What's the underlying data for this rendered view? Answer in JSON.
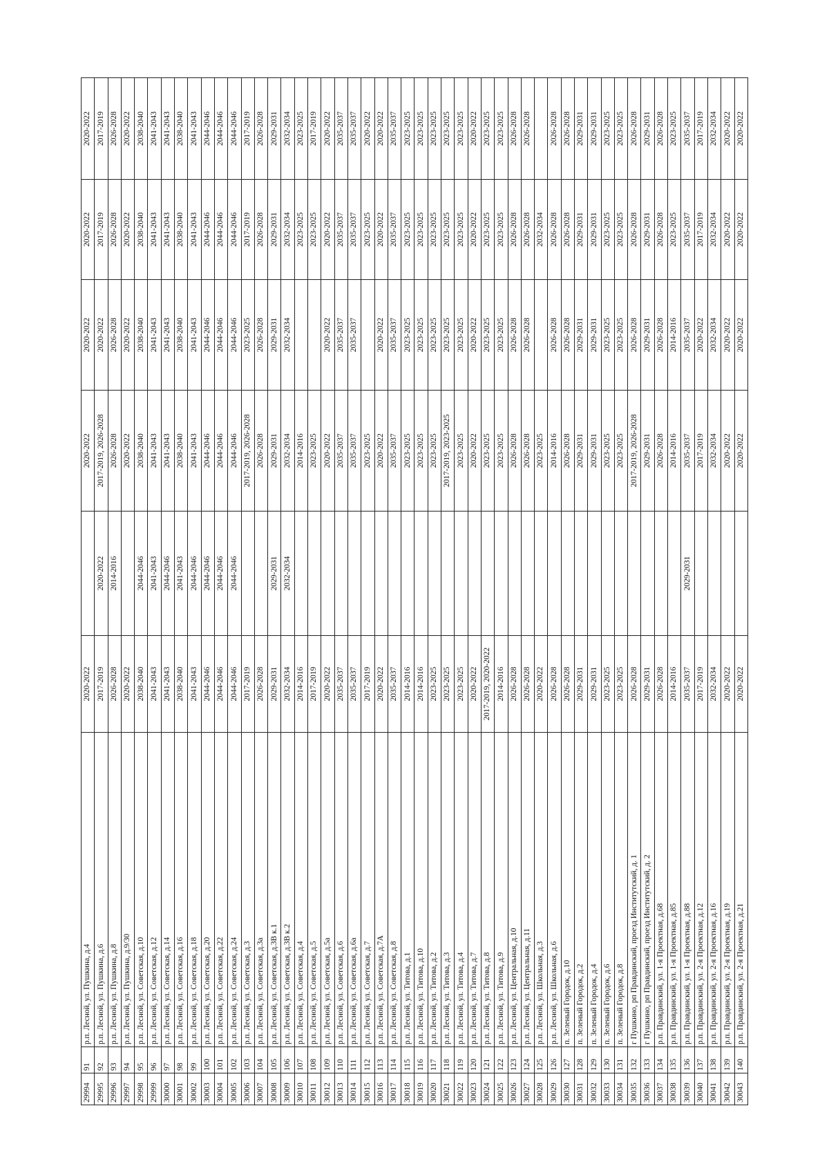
{
  "table": {
    "rows": [
      [
        "29994",
        "91",
        "р.п. Лесной, ул. Пушкина, д.4",
        "2020-2022",
        "",
        "2020-2022",
        "2020-2022",
        "2020-2022",
        "2020-2022"
      ],
      [
        "29995",
        "92",
        "р.п. Лесной, ул. Пушкина, д.6",
        "2017-2019",
        "2020-2022",
        "2017-2019, 2026-2028",
        "2020-2022",
        "2017-2019",
        "2017-2019"
      ],
      [
        "29996",
        "93",
        "р.п. Лесной, ул. Пушкина, д.8",
        "2026-2028",
        "2014-2016",
        "2026-2028",
        "2026-2028",
        "2026-2028",
        "2026-2028"
      ],
      [
        "29997",
        "94",
        "р.п. Лесной, ул. Пушкина, д.9/30",
        "2020-2022",
        "",
        "2020-2022",
        "2020-2022",
        "2020-2022",
        "2020-2022"
      ],
      [
        "29998",
        "95",
        "р.п. Лесной, ул. Советская, д.10",
        "2038-2040",
        "2044-2046",
        "2038-2040",
        "2038-2040",
        "2038-2040",
        "2038-2040"
      ],
      [
        "29999",
        "96",
        "р.п. Лесной, ул. Советская, д.12",
        "2041-2043",
        "2041-2043",
        "2041-2043",
        "2041-2043",
        "2041-2043",
        "2041-2043"
      ],
      [
        "30000",
        "97",
        "р.п. Лесной, ул. Советская, д.14",
        "2041-2043",
        "2044-2046",
        "2041-2043",
        "2041-2043",
        "2041-2043",
        "2041-2043"
      ],
      [
        "30001",
        "98",
        "р.п. Лесной, ул. Советская, д.16",
        "2038-2040",
        "2041-2043",
        "2038-2040",
        "2038-2040",
        "2038-2040",
        "2038-2040"
      ],
      [
        "30002",
        "99",
        "р.п. Лесной, ул. Советская, д.18",
        "2041-2043",
        "2044-2046",
        "2041-2043",
        "2041-2043",
        "2041-2043",
        "2041-2043"
      ],
      [
        "30003",
        "100",
        "р.п. Лесной, ул. Советская, д.20",
        "2044-2046",
        "2044-2046",
        "2044-2046",
        "2044-2046",
        "2044-2046",
        "2044-2046"
      ],
      [
        "30004",
        "101",
        "р.п. Лесной, ул. Советская, д.22",
        "2044-2046",
        "2044-2046",
        "2044-2046",
        "2044-2046",
        "2044-2046",
        "2044-2046"
      ],
      [
        "30005",
        "102",
        "р.п. Лесной, ул. Советская, д.24",
        "2044-2046",
        "2044-2046",
        "2044-2046",
        "2044-2046",
        "2044-2046",
        "2044-2046"
      ],
      [
        "30006",
        "103",
        "р.п. Лесной, ул. Советская, д.3",
        "2017-2019",
        "",
        "2017-2019, 2026-2028",
        "2023-2025",
        "2017-2019",
        "2017-2019"
      ],
      [
        "30007",
        "104",
        "р.п. Лесной, ул. Советская, д.3а",
        "2026-2028",
        "",
        "2026-2028",
        "2026-2028",
        "2026-2028",
        "2026-2028"
      ],
      [
        "30008",
        "105",
        "р.п. Лесной, ул. Советская, д.3В к.1",
        "2029-2031",
        "2029-2031",
        "2029-2031",
        "2029-2031",
        "2029-2031",
        "2029-2031"
      ],
      [
        "30009",
        "106",
        "р.п. Лесной, ул. Советская, д.3В к.2",
        "2032-2034",
        "2032-2034",
        "2032-2034",
        "2032-2034",
        "2032-2034",
        "2032-2034"
      ],
      [
        "30010",
        "107",
        "р.п. Лесной, ул. Советская, д.4",
        "2014-2016",
        "",
        "2014-2016",
        "",
        "2023-2025",
        "2023-2025"
      ],
      [
        "30011",
        "108",
        "р.п. Лесной, ул. Советская, д.5",
        "2017-2019",
        "",
        "2023-2025",
        "",
        "2023-2025",
        "2017-2019"
      ],
      [
        "30012",
        "109",
        "р.п. Лесной, ул. Советская, д.5а",
        "2020-2022",
        "",
        "2020-2022",
        "2020-2022",
        "2020-2022",
        "2020-2022"
      ],
      [
        "30013",
        "110",
        "р.п. Лесной, ул. Советская, д.6",
        "2035-2037",
        "",
        "2035-2037",
        "2035-2037",
        "2035-2037",
        "2035-2037"
      ],
      [
        "30014",
        "111",
        "р.п. Лесной, ул. Советская, д.6а",
        "2035-2037",
        "",
        "2035-2037",
        "2035-2037",
        "2035-2037",
        "2035-2037"
      ],
      [
        "30015",
        "112",
        "р.п. Лесной, ул. Советская, д.7",
        "2017-2019",
        "",
        "2023-2025",
        "",
        "2023-2025",
        "2020-2022"
      ],
      [
        "30016",
        "113",
        "р.п. Лесной, ул. Советская, д.7А",
        "2020-2022",
        "",
        "2020-2022",
        "2020-2022",
        "2020-2022",
        "2020-2022"
      ],
      [
        "30017",
        "114",
        "р.п. Лесной, ул. Советская, д.8",
        "2035-2037",
        "",
        "2035-2037",
        "2035-2037",
        "2035-2037",
        "2035-2037"
      ],
      [
        "30018",
        "115",
        "р.п. Лесной, ул. Титова, д.1",
        "2014-2016",
        "",
        "2023-2025",
        "2023-2025",
        "2023-2025",
        "2023-2025"
      ],
      [
        "30019",
        "116",
        "р.п. Лесной, ул. Титова, д.10",
        "2014-2016",
        "",
        "2023-2025",
        "2023-2025",
        "2023-2025",
        "2023-2025"
      ],
      [
        "30020",
        "117",
        "р.п. Лесной, ул. Титова, д.2",
        "2023-2025",
        "",
        "2023-2025",
        "2023-2025",
        "2023-2025",
        "2023-2025"
      ],
      [
        "30021",
        "118",
        "р.п. Лесной, ул. Титова, д.3",
        "2023-2025",
        "",
        "2017-2019, 2023-2025",
        "2023-2025",
        "2023-2025",
        "2023-2025"
      ],
      [
        "30022",
        "119",
        "р.п. Лесной, ул. Титова, д.4",
        "2023-2025",
        "",
        "2023-2025",
        "2023-2025",
        "2023-2025",
        "2023-2025"
      ],
      [
        "30023",
        "120",
        "р.п. Лесной, ул. Титова, д.7",
        "2020-2022",
        "",
        "2020-2022",
        "2020-2022",
        "2020-2022",
        "2020-2022"
      ],
      [
        "30024",
        "121",
        "р.п. Лесной, ул. Титова, д.8",
        "2017-2019, 2020-2022",
        "",
        "2023-2025",
        "2023-2025",
        "2023-2025",
        "2023-2025"
      ],
      [
        "30025",
        "122",
        "р.п. Лесной, ул. Титова, д.9",
        "2014-2016",
        "",
        "2023-2025",
        "2023-2025",
        "2023-2025",
        "2023-2025"
      ],
      [
        "30026",
        "123",
        "р.п. Лесной, ул. Центральная, д.10",
        "2026-2028",
        "",
        "2026-2028",
        "2026-2028",
        "2026-2028",
        "2026-2028"
      ],
      [
        "30027",
        "124",
        "р.п. Лесной, ул. Центральная, д.11",
        "2026-2028",
        "",
        "2026-2028",
        "2026-2028",
        "2026-2028",
        "2026-2028"
      ],
      [
        "30028",
        "125",
        "р.п. Лесной, ул. Школьная, д.3",
        "2020-2022",
        "",
        "2023-2025",
        "",
        "2032-2034",
        ""
      ],
      [
        "30029",
        "126",
        "р.п. Лесной, ул. Школьная, д.6",
        "2026-2028",
        "",
        "2014-2016",
        "2026-2028",
        "2026-2028",
        "2026-2028"
      ],
      [
        "30030",
        "127",
        "п. Зеленый Городок, д.10",
        "2026-2028",
        "",
        "2026-2028",
        "2026-2028",
        "2026-2028",
        "2026-2028"
      ],
      [
        "30031",
        "128",
        "п. Зеленый Городок, д.2",
        "2029-2031",
        "",
        "2029-2031",
        "2029-2031",
        "2029-2031",
        "2029-2031"
      ],
      [
        "30032",
        "129",
        "п. Зеленый Городок, д.4",
        "2029-2031",
        "",
        "2029-2031",
        "2029-2031",
        "2029-2031",
        "2029-2031"
      ],
      [
        "30033",
        "130",
        "п. Зеленый Городок, д.6",
        "2023-2025",
        "",
        "2023-2025",
        "2023-2025",
        "2023-2025",
        "2023-2025"
      ],
      [
        "30034",
        "131",
        "п. Зеленый Городок, д.8",
        "2023-2025",
        "",
        "2023-2025",
        "2023-2025",
        "2023-2025",
        "2023-2025"
      ],
      [
        "30035",
        "132",
        "г Пушкино, рп Правдинский, проезд Институтский, д. 1",
        "2026-2028",
        "",
        "2017-2019, 2026-2028",
        "2026-2028",
        "2026-2028",
        "2026-2028"
      ],
      [
        "30036",
        "133",
        "г Пушкино, рп Правдинский, проезд Институтский, д. 2",
        "2029-2031",
        "",
        "2029-2031",
        "2029-2031",
        "2029-2031",
        "2029-2031"
      ],
      [
        "30037",
        "134",
        "р.п. Правдинский, ул. 1-я Проектная, д.68",
        "2026-2028",
        "",
        "2026-2028",
        "2026-2028",
        "2026-2028",
        "2026-2028"
      ],
      [
        "30038",
        "135",
        "р.п. Правдинский, ул. 1-я Проектная, д.85",
        "2014-2016",
        "",
        "2014-2016",
        "2014-2016",
        "2023-2025",
        "2023-2025"
      ],
      [
        "30039",
        "136",
        "р.п. Правдинский, ул. 1-я Проектная, д.88",
        "2035-2037",
        "2029-2031",
        "2035-2037",
        "2035-2037",
        "2035-2037",
        "2035-2037"
      ],
      [
        "30040",
        "137",
        "р.п. Правдинский, ул. 2-я Проектная, д.12",
        "2017-2019",
        "",
        "2017-2019",
        "2020-2022",
        "2017-2019",
        "2017-2019"
      ],
      [
        "30041",
        "138",
        "р.п. Правдинский, ул. 2-я Проектная, д.16",
        "2032-2034",
        "",
        "2032-2034",
        "2032-2034",
        "2032-2034",
        "2032-2034"
      ],
      [
        "30042",
        "139",
        "р.п. Правдинский, ул. 2-я Проектная, д.19",
        "2020-2022",
        "",
        "2020-2022",
        "2020-2022",
        "2020-2022",
        "2020-2022"
      ],
      [
        "30043",
        "140",
        "р.п. Правдинский, ул. 2-я Проектная, д.21",
        "2020-2022",
        "",
        "2020-2022",
        "2020-2022",
        "2020-2022",
        "2020-2022"
      ]
    ]
  }
}
